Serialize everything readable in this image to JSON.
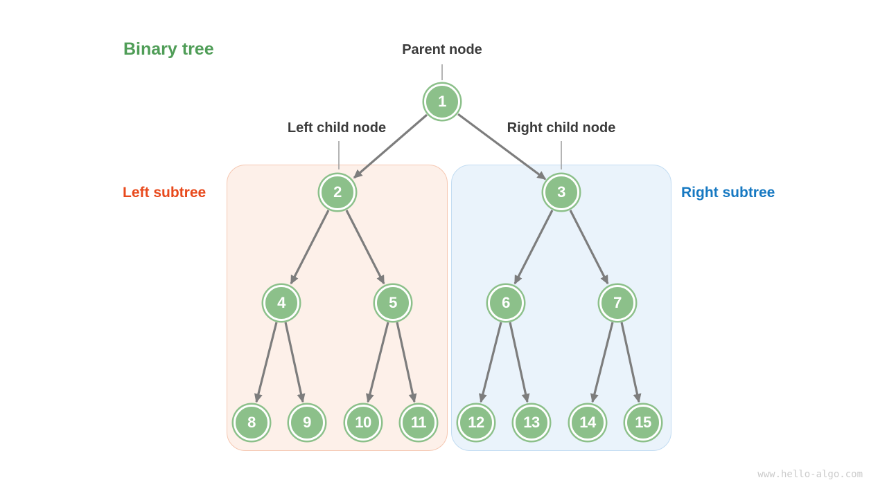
{
  "title": "Binary tree",
  "annotations": {
    "parent_node": "Parent node",
    "left_child_node": "Left child node",
    "right_child_node": "Right child node",
    "left_subtree": "Left subtree",
    "right_subtree": "Right subtree"
  },
  "watermark": "www.hello-algo.com",
  "colors": {
    "node_fill": "#8cc08a",
    "node_text": "#ffffff",
    "edge": "#7d7d7d",
    "leader_line": "#9a9a9a",
    "title_green": "#4f9d57",
    "left_subtree_text": "#e84a1d",
    "right_subtree_text": "#1779c2",
    "left_box_fill": "#fdf0e9",
    "left_box_border": "#f5c7b1",
    "right_box_fill": "#eaf3fb",
    "right_box_border": "#c2dcf2",
    "label_text": "#3b3b3b",
    "watermark_text": "#cbcbcb"
  },
  "tree": {
    "nodes": [
      {
        "value": 1
      },
      {
        "value": 2
      },
      {
        "value": 3
      },
      {
        "value": 4
      },
      {
        "value": 5
      },
      {
        "value": 6
      },
      {
        "value": 7
      },
      {
        "value": 8
      },
      {
        "value": 9
      },
      {
        "value": 10
      },
      {
        "value": 11
      },
      {
        "value": 12
      },
      {
        "value": 13
      },
      {
        "value": 14
      },
      {
        "value": 15
      }
    ],
    "edges": [
      {
        "from": 1,
        "to": 2
      },
      {
        "from": 1,
        "to": 3
      },
      {
        "from": 2,
        "to": 4
      },
      {
        "from": 2,
        "to": 5
      },
      {
        "from": 3,
        "to": 6
      },
      {
        "from": 3,
        "to": 7
      },
      {
        "from": 4,
        "to": 8
      },
      {
        "from": 4,
        "to": 9
      },
      {
        "from": 5,
        "to": 10
      },
      {
        "from": 5,
        "to": 11
      },
      {
        "from": 6,
        "to": 12
      },
      {
        "from": 6,
        "to": 13
      },
      {
        "from": 7,
        "to": 14
      },
      {
        "from": 7,
        "to": 15
      }
    ]
  }
}
